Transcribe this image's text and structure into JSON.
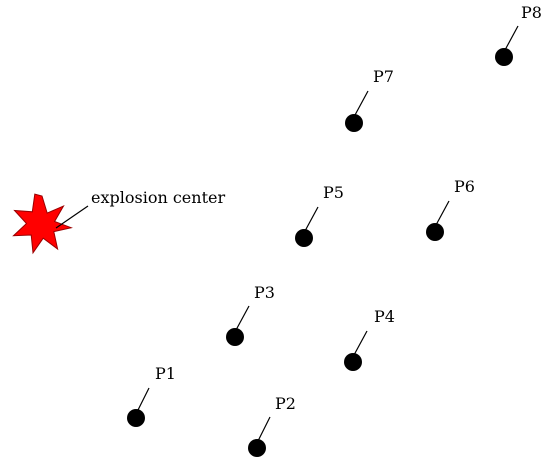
{
  "explosion": {
    "label": "explosion center",
    "color": "#ff0000",
    "stroke": "#990000"
  },
  "points": [
    {
      "id": "p1",
      "label": "P1"
    },
    {
      "id": "p2",
      "label": "P2"
    },
    {
      "id": "p3",
      "label": "P3"
    },
    {
      "id": "p4",
      "label": "P4"
    },
    {
      "id": "p5",
      "label": "P5"
    },
    {
      "id": "p6",
      "label": "P6"
    },
    {
      "id": "p7",
      "label": "P7"
    },
    {
      "id": "p8",
      "label": "P8"
    }
  ],
  "colors": {
    "point": "#000000",
    "leader": "#000000",
    "background": "#ffffff"
  }
}
